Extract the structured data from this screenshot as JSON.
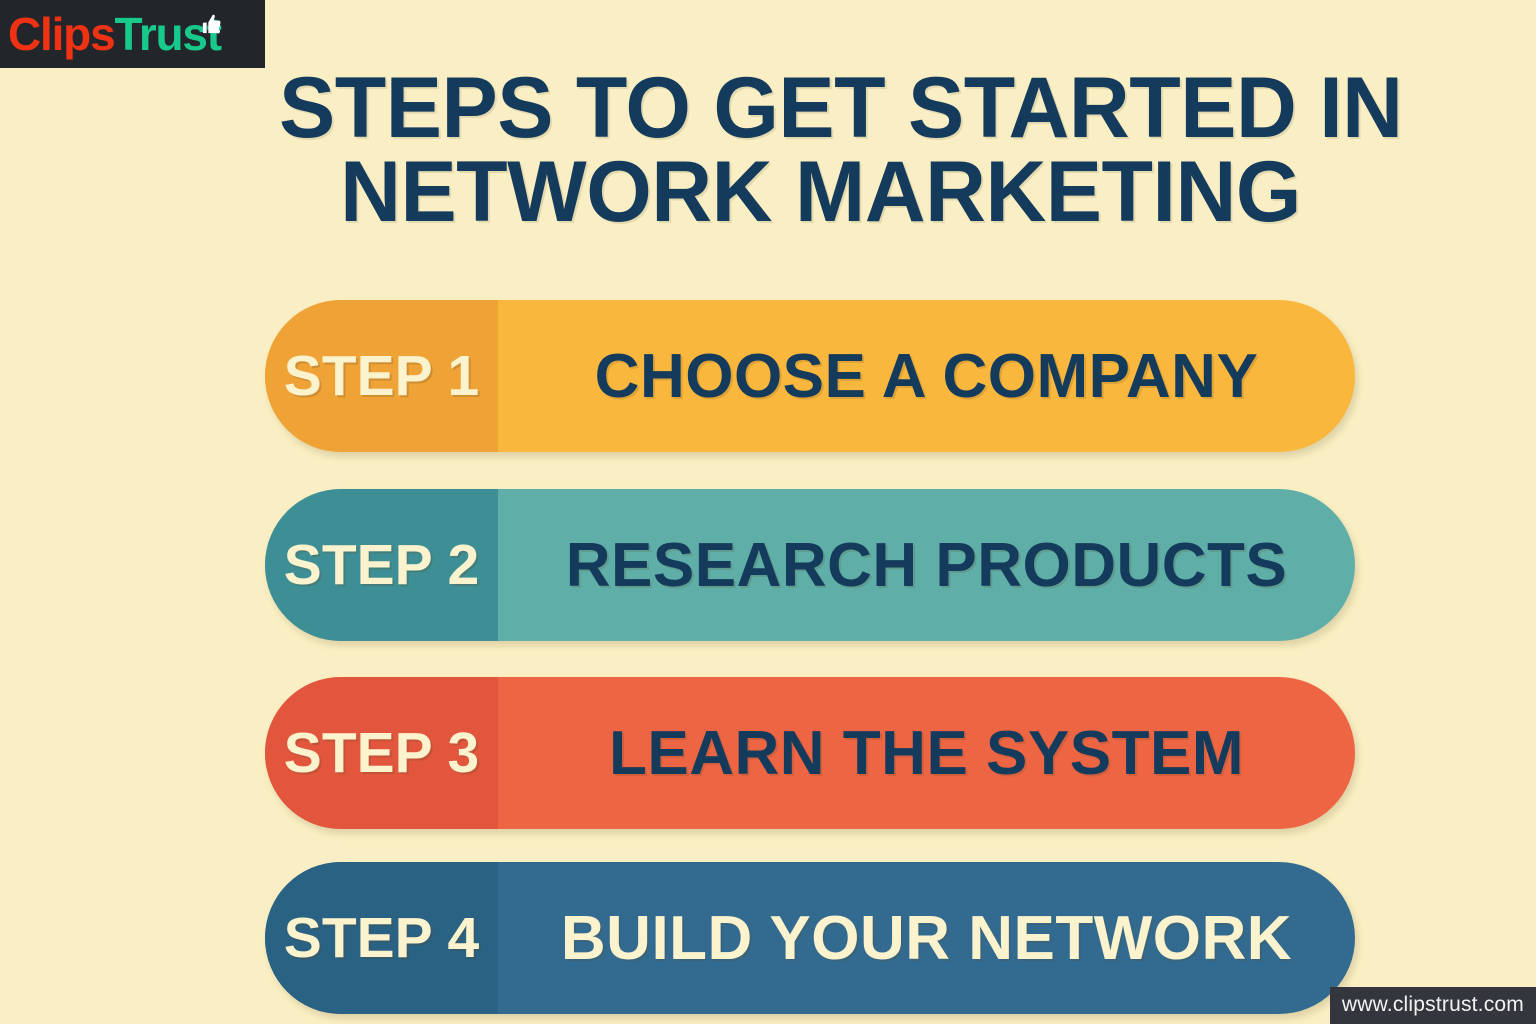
{
  "background_color": "#FAEFC4",
  "logo": {
    "part1": "Clips",
    "part2": "Trust",
    "part1_color": "#F03214",
    "part2_color": "#17C98A",
    "badge_color": "#22252A",
    "icon": "thumbs-up-icon"
  },
  "headline": {
    "line1": "STEPS TO GET STARTED IN",
    "line2": "NETWORK MARKETING",
    "color": "#143A5C"
  },
  "steps": [
    {
      "number_label": "STEP 1",
      "title": "CHOOSE A COMPANY",
      "color_left": "#EFA336",
      "color_right": "#FAB73D",
      "number_color": "#FBF2CE",
      "title_color": "#143A5C"
    },
    {
      "number_label": "STEP 2",
      "title": "RESEARCH PRODUCTS",
      "color_left": "#3E8F95",
      "color_right": "#5FAFA8",
      "number_color": "#FBF2CE",
      "title_color": "#143A5C"
    },
    {
      "number_label": "STEP 3",
      "title": "LEARN THE SYSTEM",
      "color_left": "#E1563D",
      "color_right": "#EE6544",
      "number_color": "#FBF2CE",
      "title_color": "#143A5C"
    },
    {
      "number_label": "STEP 4",
      "title": "BUILD YOUR NETWORK",
      "color_left": "#2A6283",
      "color_right": "#336B90",
      "number_color": "#FBF2CE",
      "title_color": "#FBF2CE"
    }
  ],
  "watermark": {
    "text": "www.clipstrust.com"
  }
}
